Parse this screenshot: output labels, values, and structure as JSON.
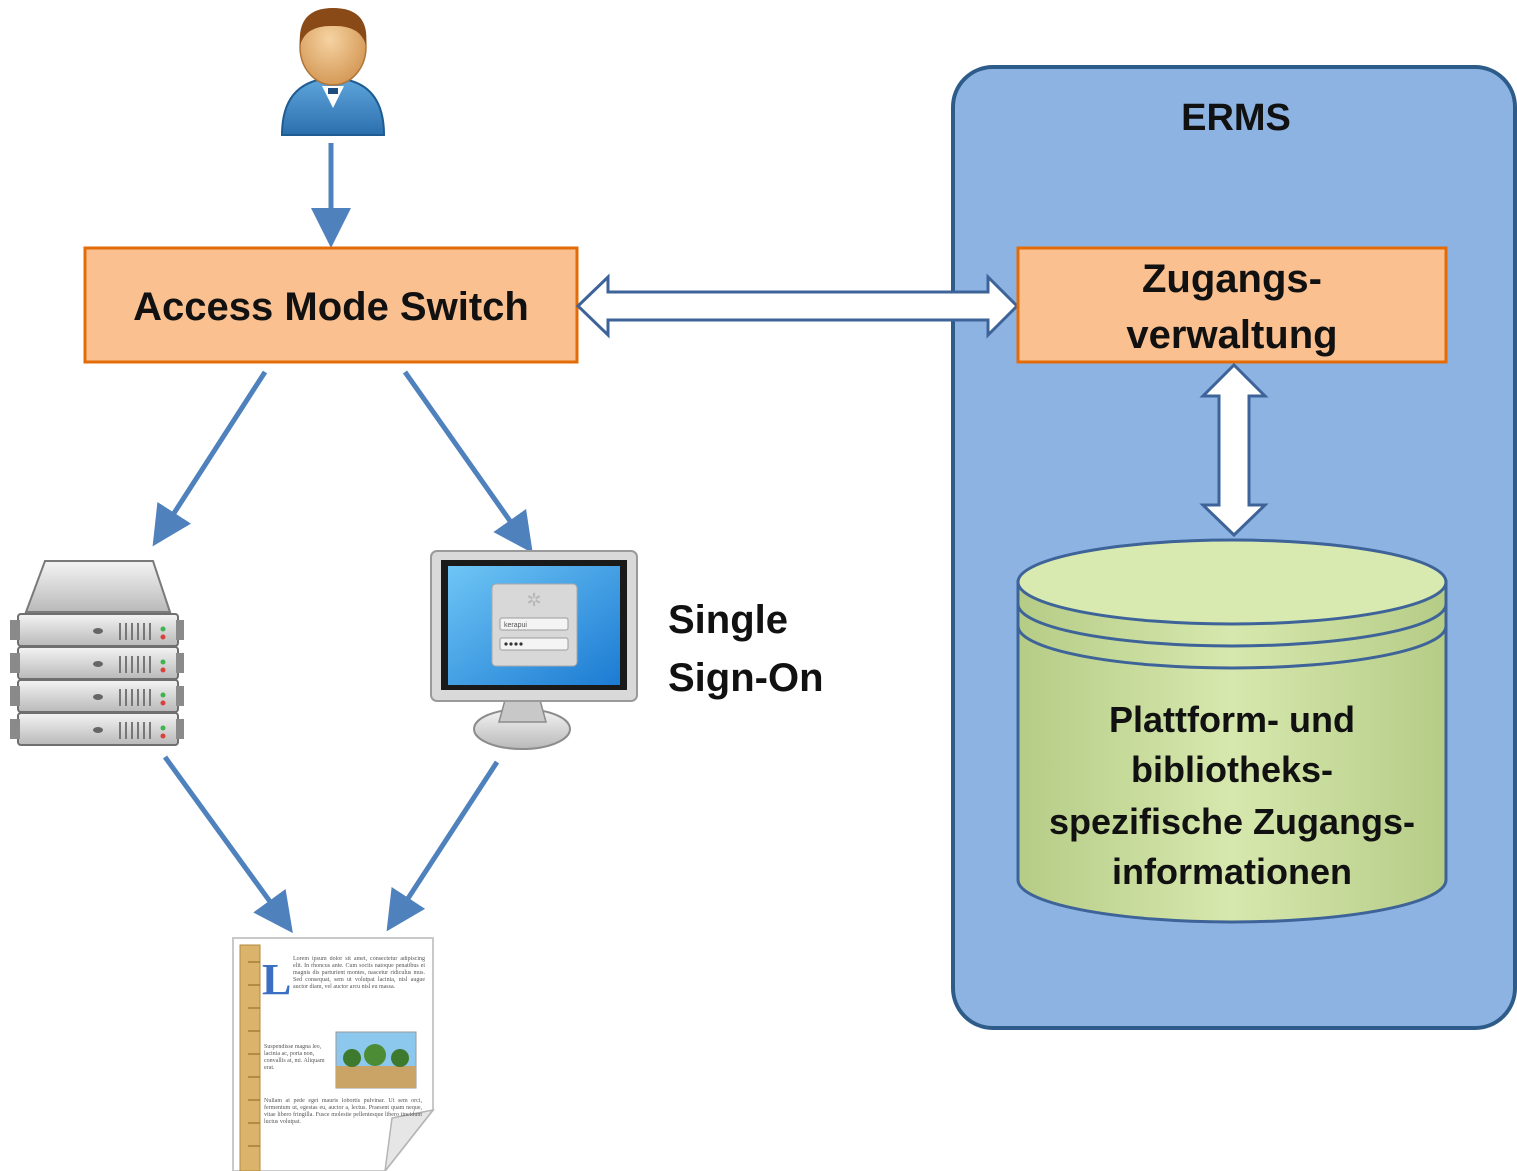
{
  "access_switch": {
    "label": "Access Mode Switch"
  },
  "sso": {
    "line1": "Single",
    "line2": "Sign-On"
  },
  "erms": {
    "title": "ERMS",
    "access_mgmt": {
      "line1": "Zugangs-",
      "line2": "verwaltung"
    },
    "database": {
      "line1": "Plattform- und",
      "line2": "bibliotheks-",
      "line3": "spezifische Zugangs-",
      "line4": "informationen"
    }
  },
  "login_screen": {
    "field1": "kerapui"
  },
  "document_icon": {
    "drop_cap": "L",
    "text": "Lorem ipsum dolor sit amet, consectetur adipiscing elit. In rhoncus ante. Cum sociis natoque penatibus et magnis dis parturient montes, nascetur ridiculus mus. Sed consequat, sem ut volutpat lacinia, nisl augue auctor diam, vel auctor arcu nisl eu massa.",
    "text2": "Suspendisse magna leo, lacinia ac, porta non, convallis at, mi. Aliquam erat.",
    "text3": "Nullam at pede eget mauris lobortis pulvinar. Ut sem orci, fermentum ut, egestas eu, auctor a, lectus. Praesent quam neque, vitae libero fringilla. Fusce molestie pellentesque libero tincidunt luctus volutpat."
  },
  "colors": {
    "arrow": "#4F81BD",
    "box_fill": "#FAC090",
    "box_border": "#E36C09",
    "erms_fill": "#8DB3E2",
    "erms_border": "#2E5C8A",
    "db_fill": "#C3D69B",
    "db_border": "#3E6399"
  }
}
